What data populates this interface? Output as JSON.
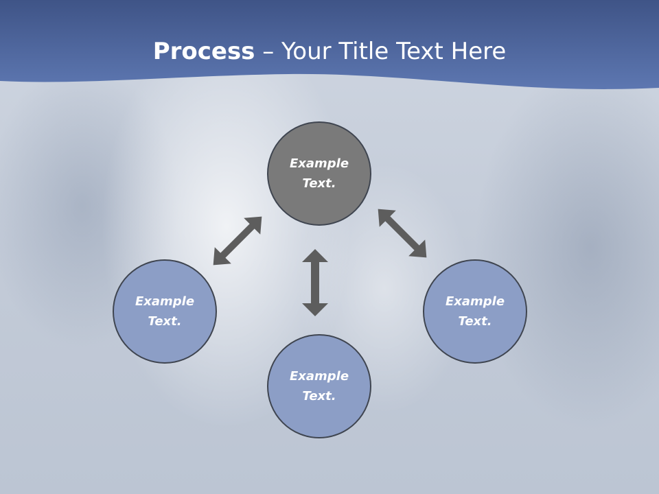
{
  "title": {
    "bold": "Process",
    "rest": " – Your Title Text Here"
  },
  "diagram": {
    "center": {
      "label": "Example Text."
    },
    "left": {
      "label": "Example Text."
    },
    "bottom": {
      "label": "Example Text."
    },
    "right": {
      "label": "Example Text."
    }
  },
  "colors": {
    "header": "#4d67a0",
    "center_node": "#7a7a7a",
    "outer_nodes": "#8c9ec6",
    "arrows": "#5d5d5d"
  }
}
